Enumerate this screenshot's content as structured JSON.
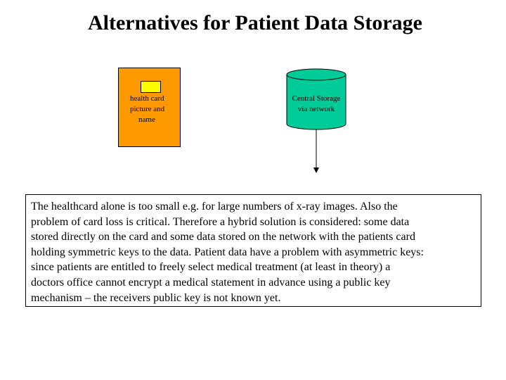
{
  "title": "Alternatives for Patient Data Storage",
  "card": {
    "lines": [
      "health card",
      "picture and",
      "name"
    ],
    "fill_color": "#ff9900",
    "chip_color": "#ffff00"
  },
  "storage": {
    "lines": [
      "Central Storage",
      "via network"
    ],
    "fill_color": "#00cc99"
  },
  "textbox": {
    "lines": [
      "The healthcard alone is too small e.g. for large numbers of x-ray images. Also the",
      "problem of card loss is critical. Therefore a hybrid solution is considered: some data",
      "stored directly on the card and some data stored on the network with the patients card",
      "holding symmetric keys to the data. Patient data have a problem with asymmetric keys:",
      "since patients are entitled to freely select medical treatment (at least in theory) a",
      "doctors office cannot encrypt a medical statement in advance using a public key",
      "mechanism – the receivers public key is not known yet."
    ]
  }
}
